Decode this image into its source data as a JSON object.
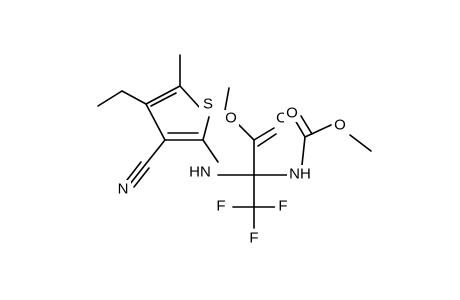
{
  "molecule": {
    "atoms": {
      "sulfur": "S",
      "ring_nh": "HN",
      "carbamate_nh": "NH",
      "nitrile_n": "N",
      "ester_o_single": "O",
      "ester_o_double": "O",
      "carbamate_o_double": "O",
      "carbamate_o_single": "O",
      "fluorine_1": "F",
      "fluorine_2": "F",
      "fluorine_3": "F"
    }
  },
  "colors": {
    "bond": "#000000",
    "text": "#000000",
    "background": "#ffffff"
  }
}
